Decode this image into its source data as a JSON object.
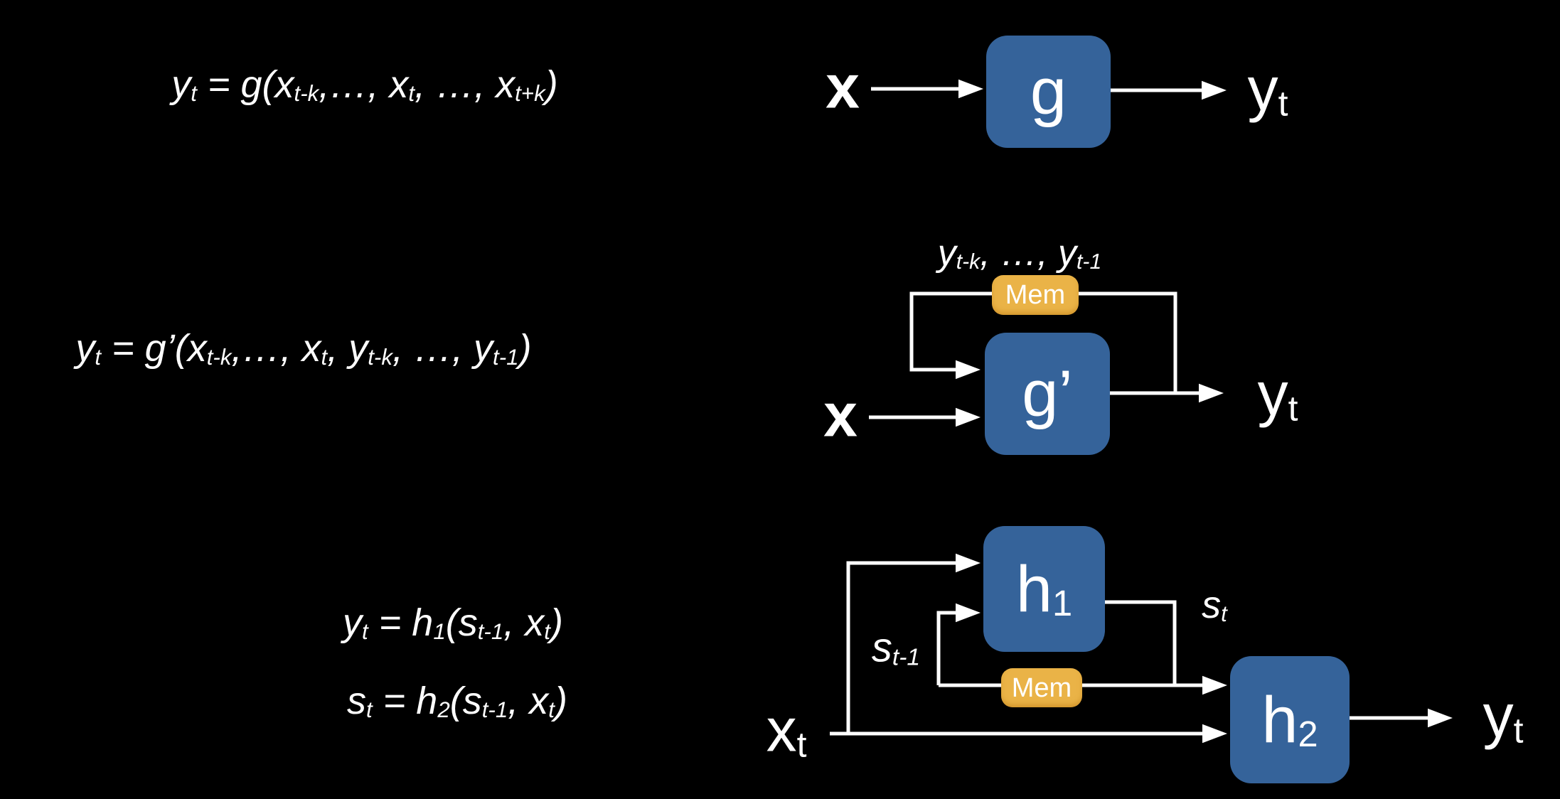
{
  "colors": {
    "background": "#000000",
    "box_blue": "#35639A",
    "box_yellow": "#EAB347",
    "line_white": "#FFFFFF",
    "text_white": "#FFFFFF"
  },
  "formulas": {
    "window": {
      "segments": [
        {
          "t": "y"
        },
        {
          "t": "t",
          "s": true
        },
        {
          "t": " = g("
        },
        {
          "t": "x"
        },
        {
          "t": "t-k",
          "s": true
        },
        {
          "t": ",…, "
        },
        {
          "t": "x"
        },
        {
          "t": "t",
          "s": true
        },
        {
          "t": ", …, "
        },
        {
          "t": "x"
        },
        {
          "t": "t+k",
          "s": true
        },
        {
          "t": ")"
        }
      ]
    },
    "autoregressive": {
      "segments": [
        {
          "t": "y"
        },
        {
          "t": "t",
          "s": true
        },
        {
          "t": " = g’("
        },
        {
          "t": "x"
        },
        {
          "t": "t-k",
          "s": true
        },
        {
          "t": ",…, "
        },
        {
          "t": "x"
        },
        {
          "t": "t",
          "s": true
        },
        {
          "t": ", "
        },
        {
          "t": "y"
        },
        {
          "t": "t-k",
          "s": true
        },
        {
          "t": ", …, "
        },
        {
          "t": "y"
        },
        {
          "t": "t-1",
          "s": true
        },
        {
          "t": ")"
        }
      ]
    },
    "rnn_output": {
      "segments": [
        {
          "t": "y"
        },
        {
          "t": "t",
          "s": true
        },
        {
          "t": " = h"
        },
        {
          "t": "1",
          "s": true
        },
        {
          "t": "("
        },
        {
          "t": "s"
        },
        {
          "t": "t-1",
          "s": true
        },
        {
          "t": ", "
        },
        {
          "t": "x"
        },
        {
          "t": "t",
          "s": true
        },
        {
          "t": ")"
        }
      ]
    },
    "rnn_state": {
      "segments": [
        {
          "t": "s"
        },
        {
          "t": "t",
          "s": true
        },
        {
          "t": " = h"
        },
        {
          "t": "2",
          "s": true
        },
        {
          "t": "("
        },
        {
          "t": "s"
        },
        {
          "t": "t-1",
          "s": true
        },
        {
          "t": ", "
        },
        {
          "t": "x"
        },
        {
          "t": "t",
          "s": true
        },
        {
          "t": ")"
        }
      ]
    }
  },
  "boxes": {
    "g": {
      "label": "g"
    },
    "g_prime": {
      "label": "g’"
    },
    "h1": {
      "segments": [
        {
          "t": "h"
        },
        {
          "t": "1",
          "s": true
        }
      ]
    },
    "h2": {
      "segments": [
        {
          "t": "h"
        },
        {
          "t": "2",
          "s": true
        }
      ]
    },
    "mem": {
      "label": "Mem"
    }
  },
  "io_labels": {
    "x_top": "x",
    "x_middle": "x",
    "y_t": {
      "segments": [
        {
          "t": "y"
        },
        {
          "t": "t",
          "s": true
        }
      ]
    },
    "x_t": {
      "segments": [
        {
          "t": "x"
        },
        {
          "t": "t",
          "s": true
        }
      ]
    },
    "s_t_minus_1": {
      "segments": [
        {
          "t": "s"
        },
        {
          "t": "t-1",
          "s": true
        }
      ]
    },
    "s_t": {
      "segments": [
        {
          "t": "s"
        },
        {
          "t": "t",
          "s": true
        }
      ]
    },
    "mem_inputs": {
      "segments": [
        {
          "t": "y"
        },
        {
          "t": "t-k",
          "s": true
        },
        {
          "t": ", …, "
        },
        {
          "t": "y"
        },
        {
          "t": "t-1",
          "s": true
        }
      ]
    }
  }
}
